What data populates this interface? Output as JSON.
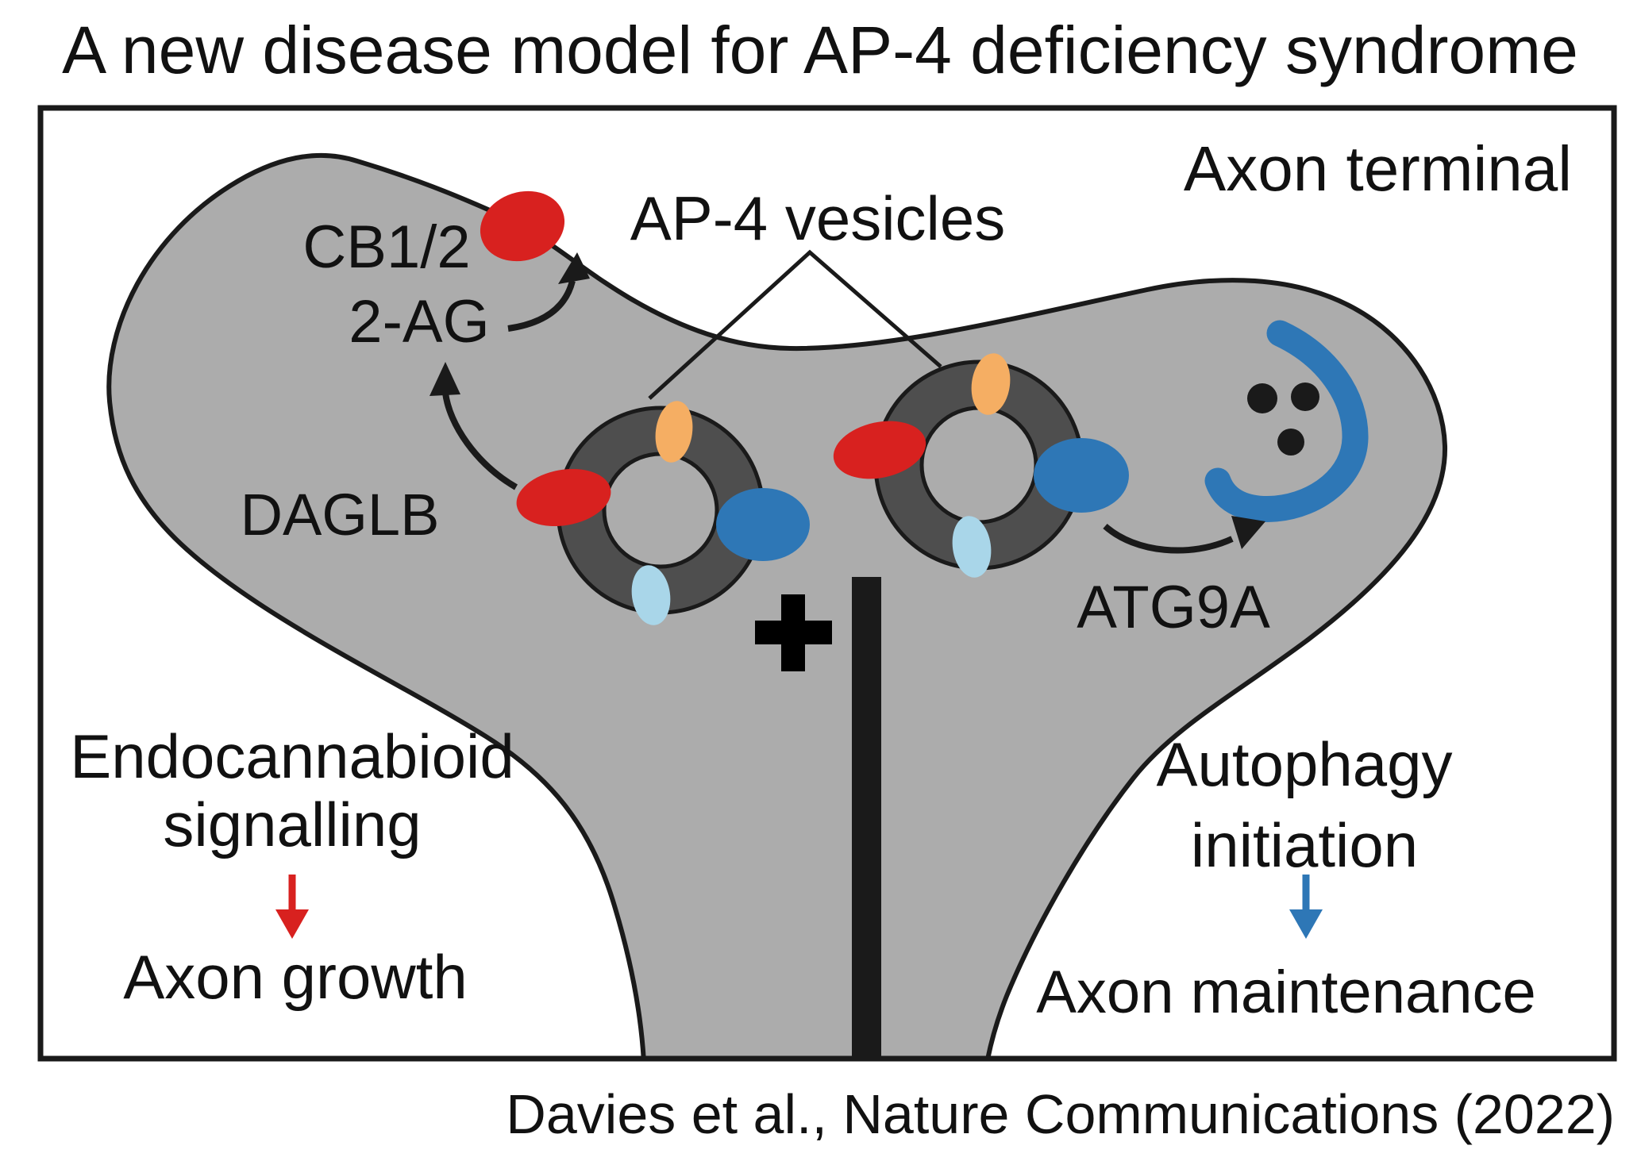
{
  "title": "A new disease model for AP-4 deficiency syndrome",
  "citation": "Davies et al., Nature Communications (2022)",
  "diagram": {
    "region_label": "Axon terminal",
    "vesicle_label": "AP-4 vesicles",
    "labels": {
      "receptor": "CB1/2",
      "ligand": "2-AG",
      "enzyme": "DAGLB",
      "autophagy_protein": "ATG9A"
    },
    "left_pathway": {
      "line1": "Endocannabioid",
      "line2": "signalling",
      "outcome": "Axon growth",
      "color": "#d8211f"
    },
    "right_pathway": {
      "line1": "Autophagy",
      "line2": "initiation",
      "outcome": "Axon maintenance",
      "color": "#2e77b6"
    },
    "icons": {
      "plus_sign": "+"
    },
    "colors": {
      "red": "#d8211f",
      "blue": "#2e77b6",
      "orange": "#f5ae63",
      "light_blue": "#a9d6e9",
      "membrane_gray": "#acacac",
      "vesicle_ring_gray": "#4e4e4e",
      "outline_black": "#1a1a1a"
    }
  }
}
